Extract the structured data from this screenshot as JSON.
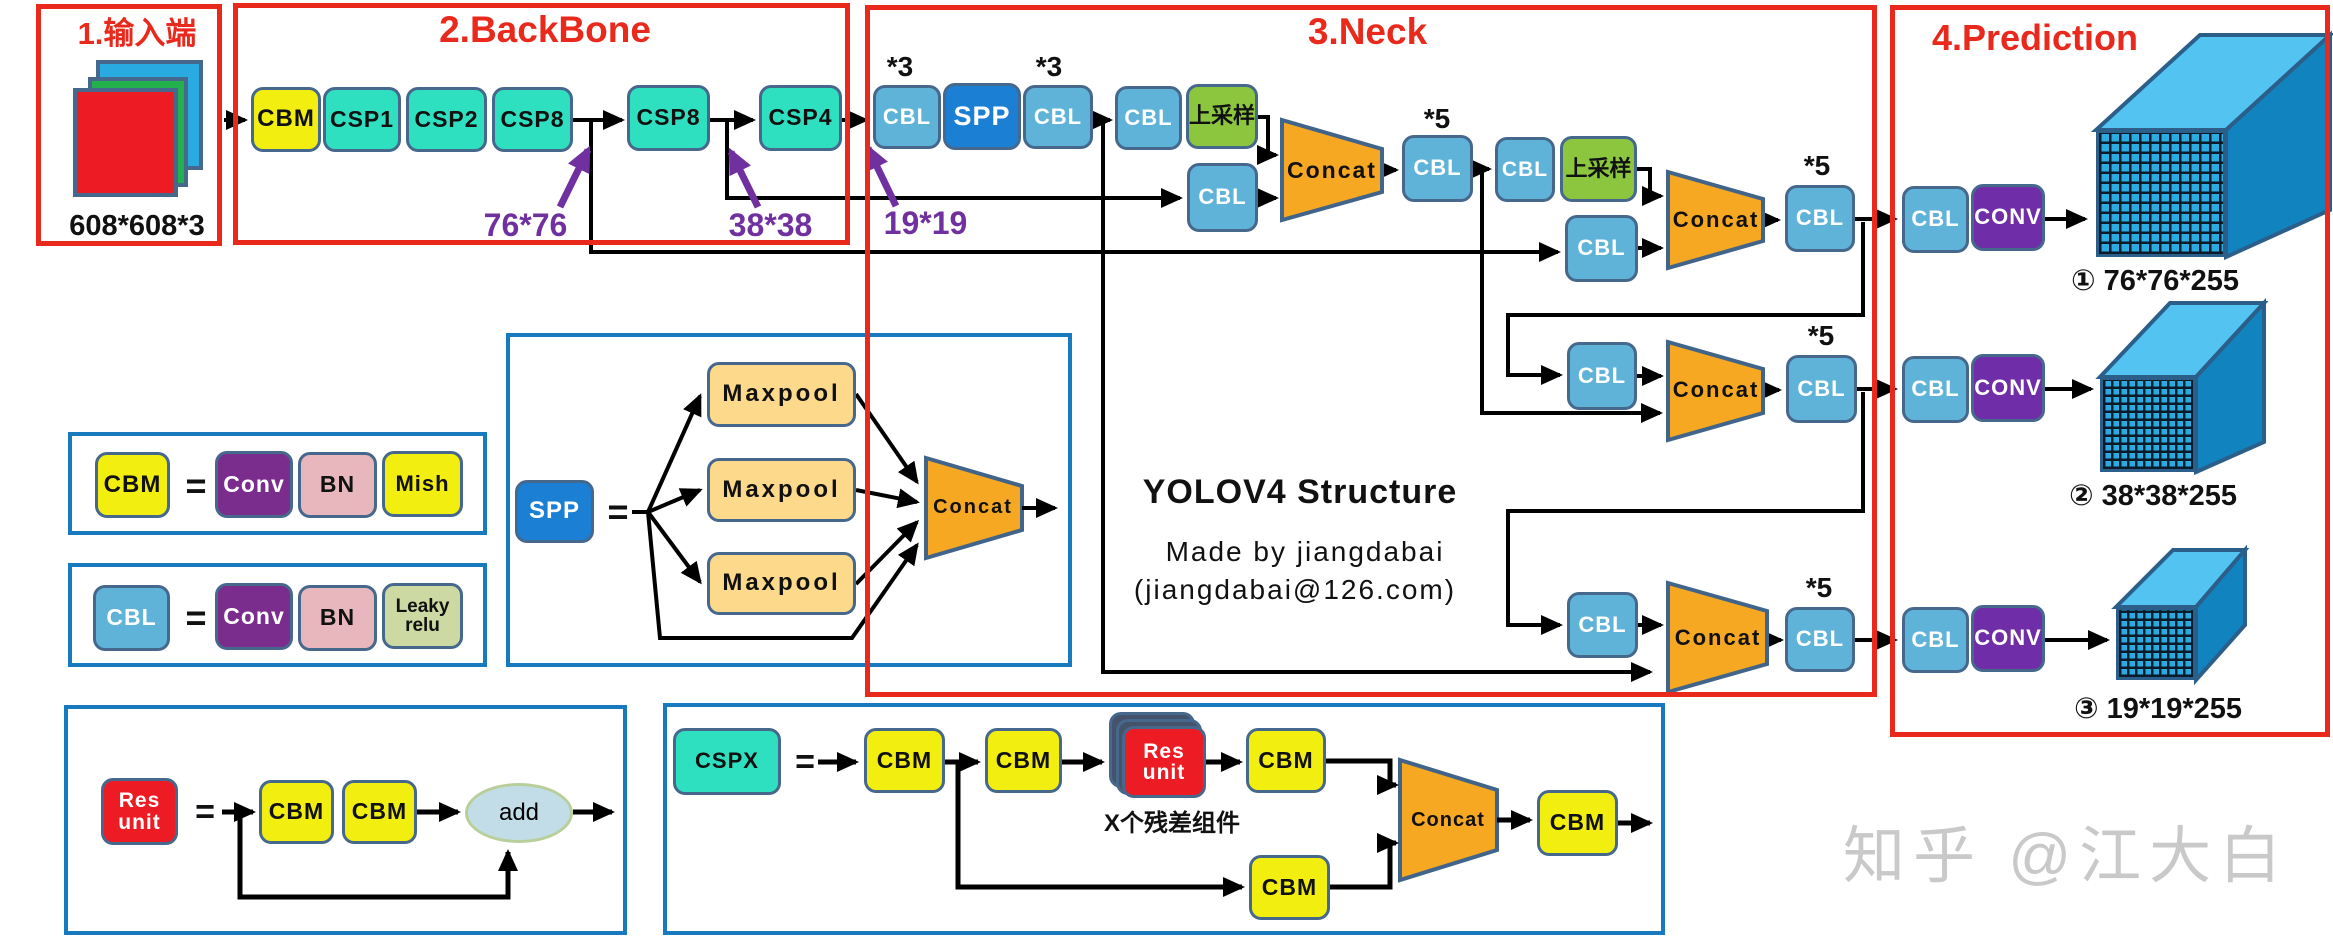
{
  "colors": {
    "frame_red": "#e8291c",
    "legend_blue": "#1779be",
    "purple_label": "#7030a0",
    "block_border": "#46688c",
    "cbm_yellow": "#f2ee0f",
    "csp_teal": "#2fe0c0",
    "cbl_blue": "#5fb3d9",
    "spp_blue": "#1b7fd4",
    "upsample_green": "#8cc63f",
    "concat_orange": "#f7a823",
    "conv_purple": "#6f2da8",
    "bn_pink": "#e7b7bd",
    "leaky_olive": "#cdd9a3",
    "res_red": "#ed1c24",
    "maxpool_orange": "#fcd98b",
    "cube_front": "#2aabe2",
    "cube_top": "#53c3f1",
    "cube_side": "#1184c0"
  },
  "blocks": {
    "cbm": "CBM",
    "cbl": "CBL",
    "conv": "CONV",
    "spp": "SPP",
    "upsample": "上采样",
    "concat": "Concat",
    "maxpool": "Maxpool",
    "cspx": "CSPX",
    "res1": "Res",
    "res2": "unit",
    "add": "add",
    "eq": "="
  },
  "sections": {
    "input": {
      "title": "1.输入端",
      "dims": "608*608*3"
    },
    "backbone": {
      "title": "2.BackBone",
      "blocks": [
        "CBM",
        "CSP1",
        "CSP2",
        "CSP8",
        "CSP8",
        "CSP4"
      ]
    },
    "neck": {
      "title": "3.Neck",
      "mult3": "*3",
      "mult5": "*5"
    },
    "prediction": {
      "title": "4.Prediction",
      "heads": [
        "① 76*76*255",
        "② 38*38*255",
        "③ 19*19*255"
      ]
    }
  },
  "annotations": {
    "t76": "76*76",
    "t38": "38*38",
    "t19": "19*19"
  },
  "credit": {
    "title": "YOLOV4 Structure",
    "line2": "Made by jiangdabai",
    "line3": "(jiangdabai@126.com)"
  },
  "legends": {
    "cbm_items": [
      "Conv",
      "BN",
      "Mish"
    ],
    "leaky": [
      "Leaky",
      "relu"
    ],
    "cspx_caption": "X个残差组件"
  },
  "watermark": "知乎 @江大白"
}
